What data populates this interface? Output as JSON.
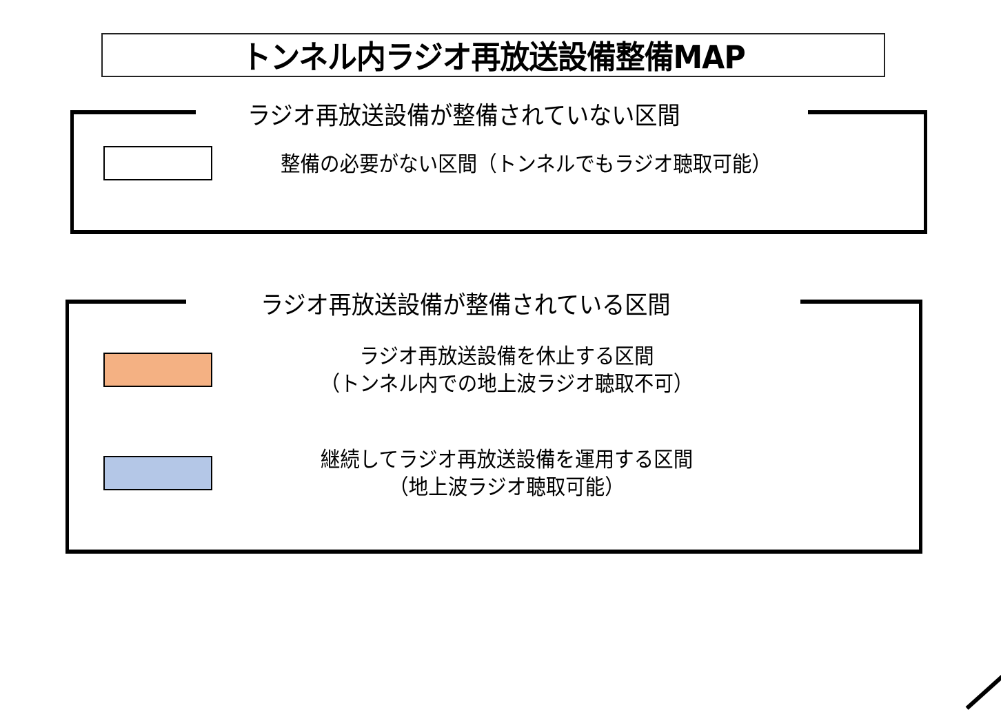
{
  "title": "トンネル内ラジオ再放送設備整備MAP",
  "groups": [
    {
      "title": "ラジオ再放送設備が整備されていない区間",
      "items": [
        {
          "swatch_color": "#ffffff",
          "line1": "整備の必要がない区間（トンネルでもラジオ聴取可能）",
          "line2": ""
        }
      ]
    },
    {
      "title": "ラジオ再放送設備が整備されている区間",
      "items": [
        {
          "swatch_color": "#f4b183",
          "line1": "ラジオ再放送設備を休止する区間",
          "line2": "（トンネル内での地上波ラジオ聴取不可）"
        },
        {
          "swatch_color": "#b4c7e7",
          "line1": "継続してラジオ再放送設備を運用する区間",
          "line2": "（地上波ラジオ聴取可能）"
        }
      ]
    }
  ]
}
